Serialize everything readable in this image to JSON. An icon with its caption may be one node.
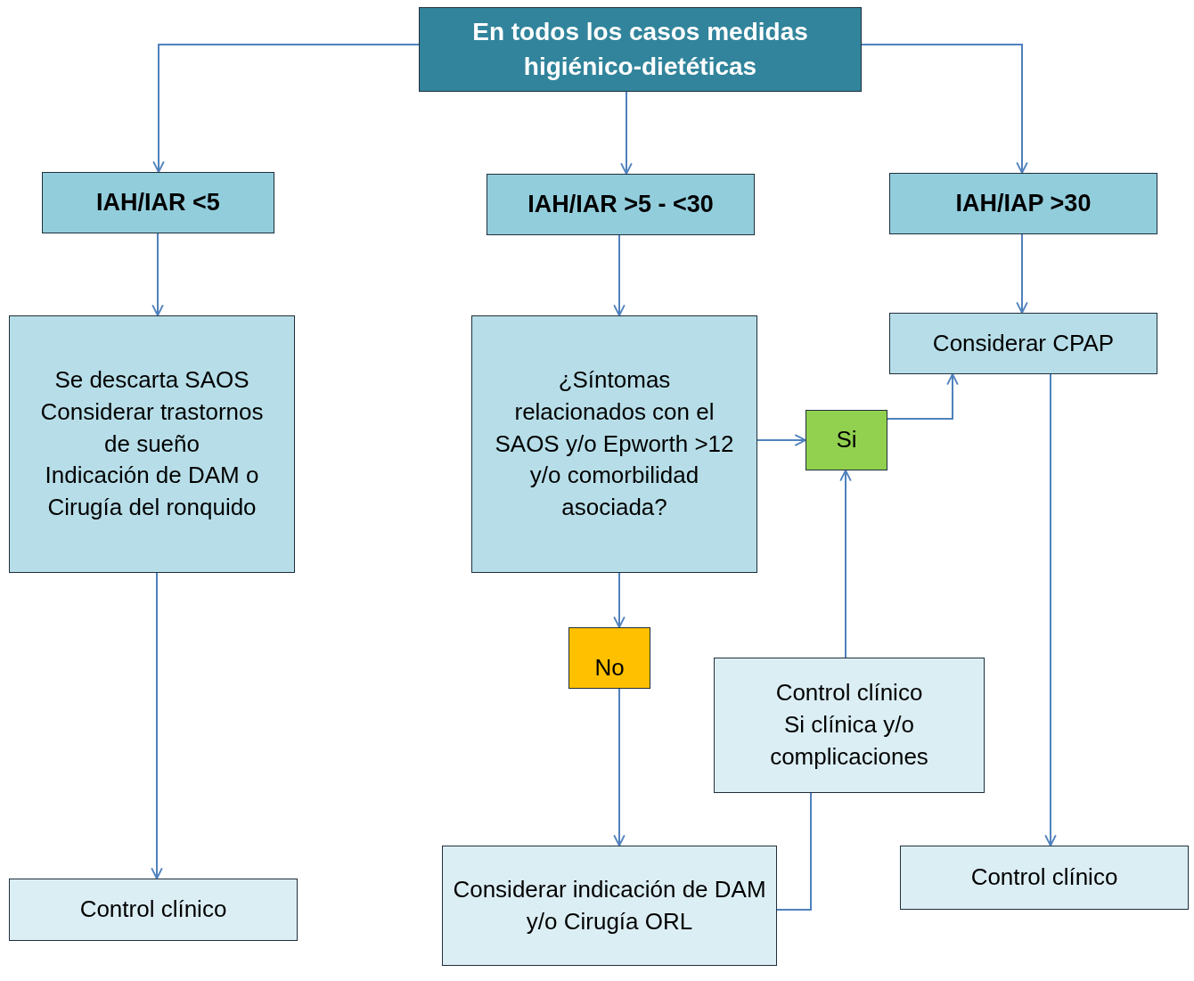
{
  "diagram": {
    "nodes": [
      {
        "text": [
          "En todos los casos medidas higiénico-dietéticas"
        ]
      },
      {
        "text": [
          "IAH/IAR <5"
        ]
      },
      {
        "text": [
          "IAH/IAR >5 - <30"
        ]
      },
      {
        "text": [
          "IAH/IAP >30"
        ]
      },
      {
        "text": [
          "Se descarta SAOS",
          "Considerar trastornos de sueño",
          "Indicación de DAM o Cirugía del ronquido"
        ]
      },
      {
        "text": [
          "¿Síntomas relacionados con el SAOS y/o Epworth >12 y/o comorbilidad asociada?"
        ]
      },
      {
        "text": [
          "Considerar CPAP"
        ]
      },
      {
        "text": [
          "Si"
        ]
      },
      {
        "text": [
          "No"
        ]
      },
      {
        "text": [
          "Control clínico",
          "Si clínica y/o complicaciones"
        ]
      },
      {
        "text": [
          "Control clínico"
        ]
      },
      {
        "text": [
          "Considerar indicación de DAM y/o Cirugía ORL"
        ]
      },
      {
        "text": [
          "Control clínico"
        ]
      }
    ],
    "edges": [
      {
        "from": 0,
        "to": 1,
        "arrow": "to"
      },
      {
        "from": 0,
        "to": 2,
        "arrow": "to"
      },
      {
        "from": 0,
        "to": 3,
        "arrow": "to"
      },
      {
        "from": 1,
        "to": 4,
        "arrow": "to"
      },
      {
        "from": 2,
        "to": 5,
        "arrow": "to"
      },
      {
        "from": 3,
        "to": 6,
        "arrow": "to"
      },
      {
        "from": 5,
        "to": 7,
        "arrow": "to"
      },
      {
        "from": 7,
        "to": 6,
        "arrow": "to"
      },
      {
        "from": 5,
        "to": 8,
        "arrow": "to"
      },
      {
        "from": 8,
        "to": 11,
        "arrow": "to"
      },
      {
        "from": 9,
        "to": 7,
        "arrow": "to"
      },
      {
        "from": 11,
        "to": 9,
        "arrow": "none"
      },
      {
        "from": 4,
        "to": 10,
        "arrow": "to"
      },
      {
        "from": 6,
        "to": 12,
        "arrow": "to"
      }
    ]
  }
}
